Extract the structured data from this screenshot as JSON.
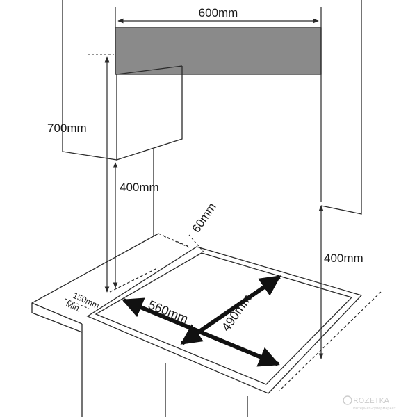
{
  "dimensions": {
    "width_top": "600mm",
    "height_hood": "700mm",
    "height_cabinet_left": "400mm",
    "height_cabinet_right": "400mm",
    "depth_back": "60mm",
    "side_min_line1": "150mm",
    "side_min_line2": "Min.",
    "cutout_width": "560mm",
    "cutout_depth": "490mm"
  },
  "watermark": {
    "brand": "ROZETKA",
    "tagline": "Интернет-супермаркет"
  },
  "colors": {
    "hood_fill": "#8a8a8a",
    "line": "#2a2a2a",
    "arrow": "#111111"
  }
}
